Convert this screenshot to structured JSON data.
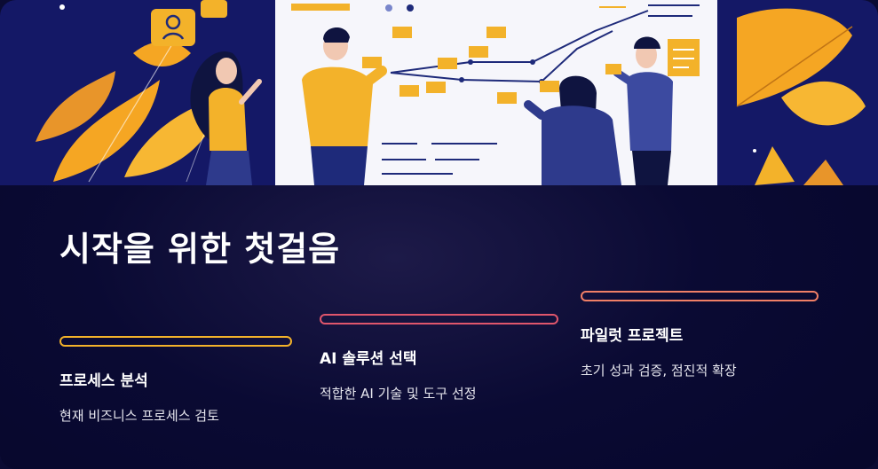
{
  "title": "시작을 위한 첫걸음",
  "colors": {
    "background": "#0a0a33",
    "hero_bg": "#141866",
    "accent_yellow": "#f3b22a",
    "accent_pink": "#e0566c",
    "accent_coral": "#f07f66"
  },
  "steps": [
    {
      "title": "프로세스 분석",
      "description": "현재 비즈니스 프로세스 검토",
      "color": "#f3b22a"
    },
    {
      "title": "AI 솔루션 선택",
      "description": "적합한 AI 기술 및 도구 선정",
      "color": "#e0566c"
    },
    {
      "title": "파일럿 프로젝트",
      "description": "초기 성과 검증, 점진적 확장",
      "color": "#f07f66"
    }
  ]
}
